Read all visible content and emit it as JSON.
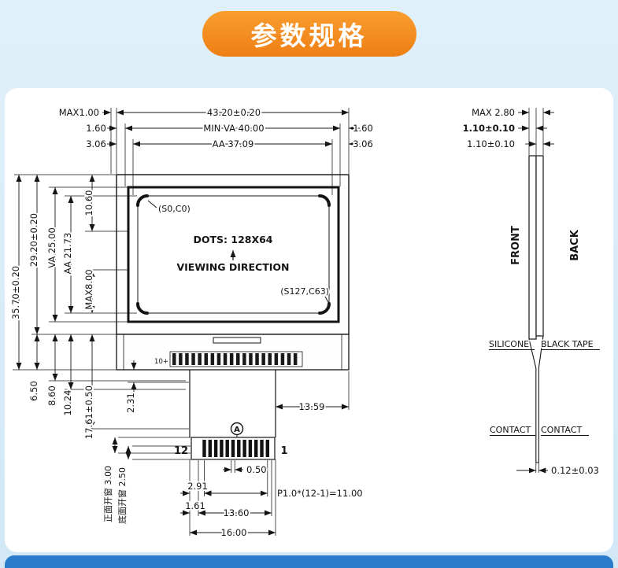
{
  "header": {
    "badge_title": "参数规格"
  },
  "colors": {
    "badge_orange": "#F5861F",
    "background_blue": "#D6EAF8",
    "next_section_blue": "#2A7CCB",
    "line_ink": "#141414"
  },
  "d": {
    "front": {
      "max100": "MAX1.00",
      "w4320": "43.20±0.20",
      "l160": "1.60",
      "minva": "MIN VA  40.00",
      "r160": "1.60",
      "l306": "3.06",
      "aa3709": "AA  37.09",
      "r306": "3.06",
      "h3570": "35.70±0.20",
      "h2920": "29.20±0.20",
      "va25": "VA  25.00",
      "aa2173": "AA  21.73",
      "v1060": "10.60",
      "max800": "MAX8.00",
      "v650": "6.50",
      "v860": "8.60",
      "v1024": "10.24",
      "v1761": "17.61±0.50",
      "v231": "2.31",
      "s0c0": "(S0,C0)",
      "dots": "DOTS: 128X64",
      "viewing": "VIEWING DIRECTION",
      "s127c63": "(S127,C63)",
      "ten_plus": "10+",
      "pin12": "12",
      "pin1": "1",
      "detail_a": "A",
      "b1359": "13.59",
      "b050": "0.50",
      "b291": "2.91",
      "pitch": "P1.0*(12-1)=11.00",
      "b161": "1.61",
      "b1360": "13.60",
      "b1600": "16.00",
      "win_front": "正面开窗 3.00",
      "win_back": "底面开窗 2.50"
    },
    "side": {
      "max280": "MAX 2.80",
      "t110_bold": "1.10±0.10",
      "t110": "1.10±0.10",
      "front": "FRONT",
      "back": "BACK",
      "silicone": "SILICONE",
      "black_tape": "BLACK TAPE",
      "contact_l": "CONTACT",
      "contact_r": "CONTACT",
      "t012": "0.12±0.03"
    }
  }
}
